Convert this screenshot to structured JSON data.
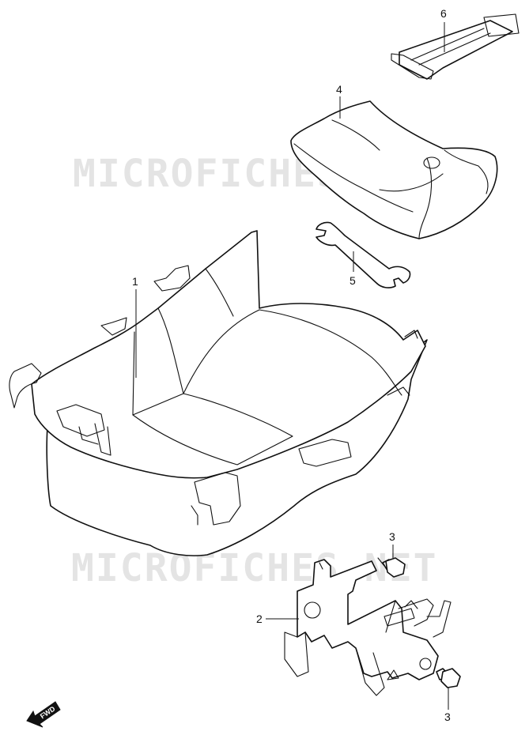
{
  "watermarks": [
    "MICROFICHES.NET",
    "MICROFICHES.NET"
  ],
  "callouts": {
    "c1": "1",
    "c2": "2",
    "c3a": "3",
    "c3b": "3",
    "c4": "4",
    "c5": "5",
    "c6": "6"
  },
  "fwd_label": "FWD"
}
